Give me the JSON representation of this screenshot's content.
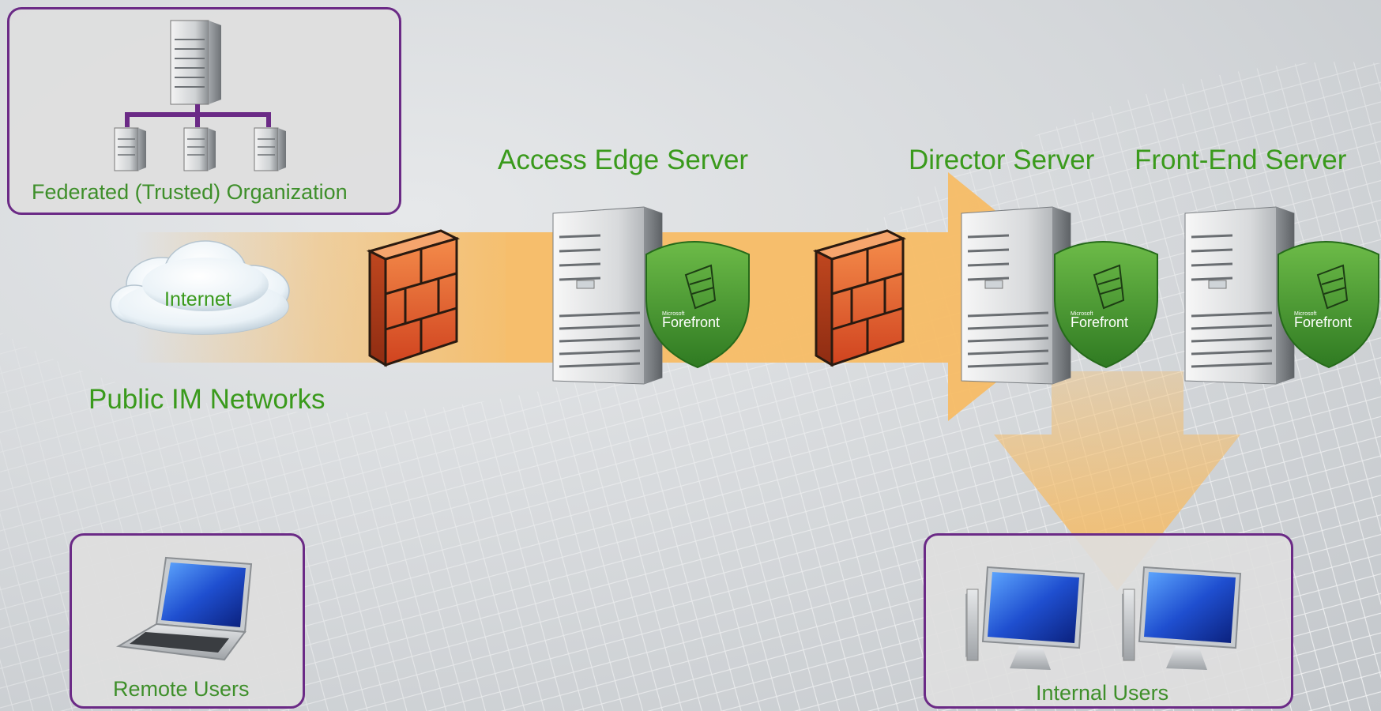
{
  "labels": {
    "federated_org": "Federated (Trusted) Organization",
    "internet": "Internet",
    "public_im": "Public IM Networks",
    "access_edge": "Access Edge Server",
    "director": "Director Server",
    "front_end": "Front-End Server",
    "remote_users": "Remote Users",
    "internal_users": "Internal Users"
  },
  "shield_text": {
    "brand_small": "Microsoft",
    "brand": "Forefront"
  },
  "colors": {
    "label_green": "#3a9a1c",
    "panel_border": "#6b2a86",
    "flow_orange": "#f7bb62",
    "shield_green": "#4f9a34",
    "brick_orange": "#e2612a"
  }
}
